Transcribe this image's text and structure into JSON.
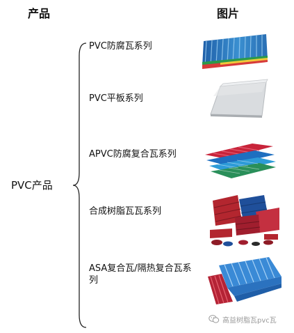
{
  "headers": {
    "product": "产品",
    "image": "图片"
  },
  "root": {
    "label": "PVC产品"
  },
  "items": [
    {
      "label": "PVC防腐瓦系列",
      "image": "pvc-anticorrosion-tile-photo"
    },
    {
      "label": "PVC平板系列",
      "image": "pvc-flat-sheet-photo"
    },
    {
      "label": "APVC防腐复合瓦系列",
      "image": "apvc-composite-tile-photo"
    },
    {
      "label": "合成树脂瓦瓦系列",
      "image": "synthetic-resin-tile-photo"
    },
    {
      "label": "ASA复合瓦/隔热复合瓦系列",
      "image": "asa-composite-tile-photo"
    }
  ],
  "watermark": {
    "text": "高益树脂瓦pvc瓦",
    "icon": "wechat-icon"
  },
  "colors": {
    "text": "#111111",
    "brace": "#222222",
    "watermark": "#9a9a9a"
  }
}
